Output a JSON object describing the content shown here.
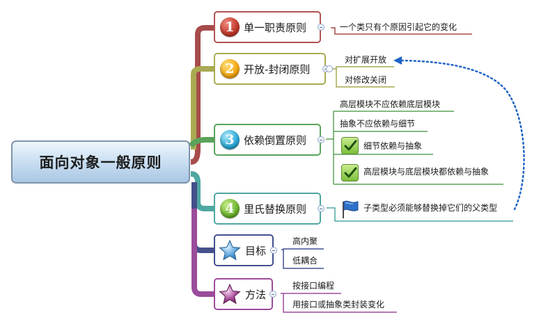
{
  "root": {
    "label": "面向对象一般原则"
  },
  "branches": [
    {
      "number": "1",
      "label": "单一职责原则",
      "color": "#a84b4b",
      "items": [
        "一个类只有个原因引起它的变化"
      ]
    },
    {
      "number": "2",
      "label": "开放-封闭原则",
      "color": "#a9aa52",
      "items": [
        "对扩展开放",
        "对修改关闭"
      ]
    },
    {
      "number": "3",
      "label": "依赖倒置原则",
      "color": "#5aa35a",
      "items": [
        "高层模块不应依赖底层模块",
        "抽象不应依赖与细节",
        "细节依赖与抽象",
        "高层模块与底层模块都依赖与抽象"
      ]
    },
    {
      "number": "4",
      "label": "里氏替换原则",
      "color": "#4fa7a1",
      "items": [
        "子类型必须能够替换掉它们的父类型"
      ]
    },
    {
      "label": "目标",
      "color": "#45508d",
      "icon": "blue-star-icon",
      "items": [
        "高内聚",
        "低耦合"
      ]
    },
    {
      "label": "方法",
      "color": "#9b4c9b",
      "icon": "purple-star-icon",
      "items": [
        "按接口编程",
        "用接口或抽象类封装变化"
      ]
    }
  ],
  "icons": {
    "check": "check-icon",
    "flag": "blue-flag-icon"
  },
  "colors": {
    "relationship": "#1f63c6",
    "spine_top": "#a84b4b",
    "spine_mid": "#5aa35a",
    "spine_bottom": "#9b4c9b"
  }
}
